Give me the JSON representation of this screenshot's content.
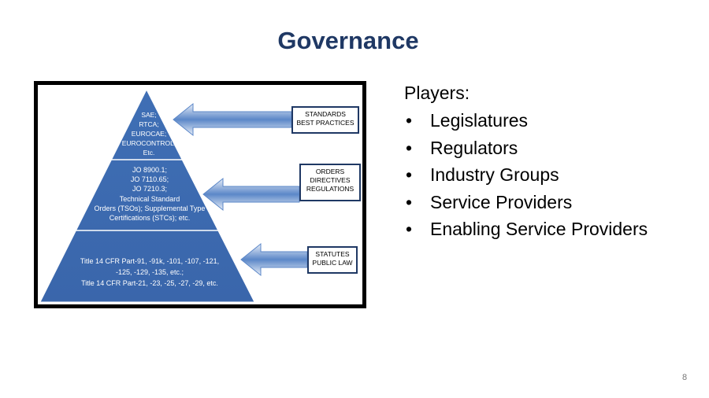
{
  "slide": {
    "title": "Governance",
    "page_number": "8"
  },
  "pyramid": {
    "tiers": [
      {
        "lines": [
          "SAE;",
          "RTCA;",
          "EUROCAE;",
          "EUROCONTROL;",
          "Etc."
        ]
      },
      {
        "lines": [
          "JO 8900.1;",
          "JO 7110.65;",
          "JO 7210.3;",
          "Technical Standard",
          "Orders (TSOs); Supplemental Type",
          "Certifications (STCs); etc."
        ]
      },
      {
        "lines": [
          "Title 14 CFR Part-91, -91k, -101, -107, -121,",
          "-125, -129, -135, etc.;",
          "Title 14 CFR Part-21, -23, -25, -27, -29, etc."
        ]
      }
    ],
    "labels": [
      {
        "lines": [
          "STANDARDS",
          "BEST PRACTICES"
        ]
      },
      {
        "lines": [
          "ORDERS",
          "DIRECTIVES",
          "REGULATIONS"
        ]
      },
      {
        "lines": [
          "STATUTES",
          "PUBLIC LAW"
        ]
      }
    ],
    "colors": {
      "pyramid_fill": "#3f6fb5",
      "arrow_fill": "#5b87c8",
      "label_border": "#1f3864"
    }
  },
  "players": {
    "heading": "Players:",
    "bullet": "•",
    "items": [
      "Legislatures",
      "Regulators",
      "Industry Groups",
      "Service Providers",
      "Enabling Service Providers"
    ]
  },
  "theme": {
    "title_color": "#1f3864"
  }
}
